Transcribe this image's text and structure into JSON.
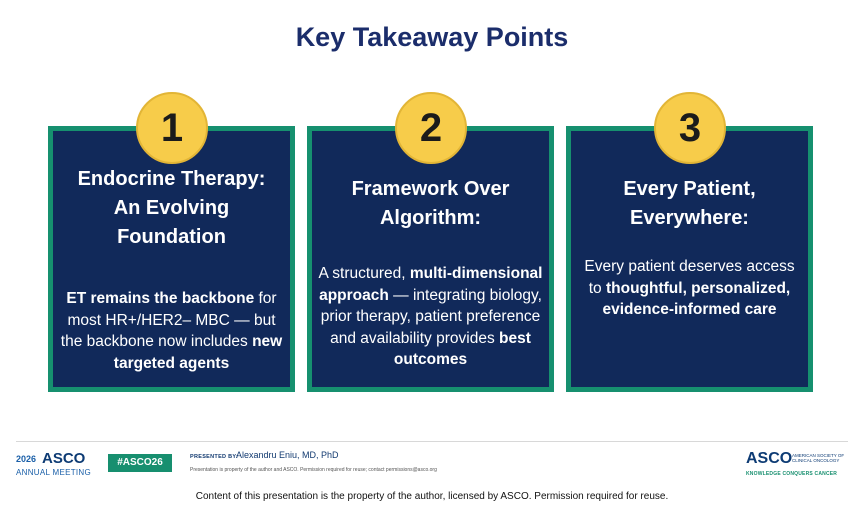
{
  "slide": {
    "title": "Key Takeaway Points"
  },
  "cards": [
    {
      "number": "1",
      "heading_lines": [
        "Endocrine Therapy:",
        "An Evolving",
        "Foundation"
      ],
      "body": {
        "b1": "ET remains the backbone",
        "t1": " for most HR+/HER2– MBC — but the backbone now includes ",
        "b2": "new targeted agents"
      }
    },
    {
      "number": "2",
      "heading_lines": [
        "Framework Over",
        "Algorithm:"
      ],
      "body": {
        "t1": "A structured, ",
        "b1": "multi-dimensional approach",
        "t2": " — integrating biology, prior therapy, patient preference and availability provides ",
        "b2": "best outcomes"
      }
    },
    {
      "number": "3",
      "heading_lines": [
        "Every Patient,",
        "Everywhere:"
      ],
      "body": {
        "t1": "Every patient deserves access to ",
        "b1": "thoughtful, personalized, evidence-informed care"
      }
    }
  ],
  "footer": {
    "meeting_year": "2026",
    "meeting_org": "ASCO",
    "meeting_name": "ANNUAL MEETING",
    "hashtag": "#ASCO26",
    "presented_by_label": "PRESENTED BY:",
    "presenter": "Alexandru Eniu, MD, PhD",
    "property_note": "Presentation is property of the author and ASCO. Permission required for reuse; contact permissions@asco.org",
    "logo_text": "ASCO",
    "logo_society": "AMERICAN SOCIETY OF CLINICAL ONCOLOGY",
    "logo_tagline": "KNOWLEDGE CONQUERS CANCER"
  },
  "disclaimer": "Content of this presentation is the property of the author, licensed by ASCO. Permission required for reuse."
}
